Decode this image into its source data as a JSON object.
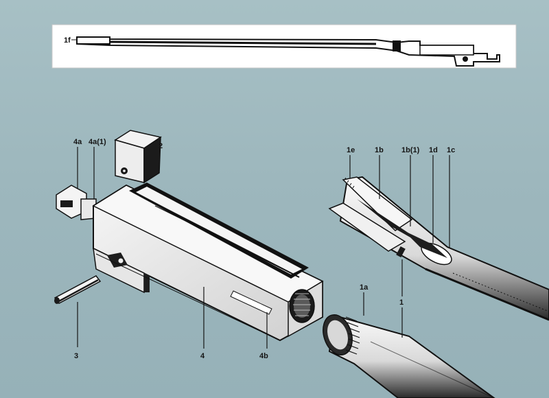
{
  "labels": {
    "l1f": "1f",
    "l2": "2",
    "l4a": "4a",
    "l4a1": "4a(1)",
    "l3": "3",
    "l4": "4",
    "l4b": "4b",
    "l1e": "1e",
    "l1b": "1b",
    "l1b1": "1b(1)",
    "l1d": "1d",
    "l1c": "1c",
    "l1a": "1a",
    "l1": "1"
  },
  "colors": {
    "background": "#9fb9bf",
    "inset": "#ffffff",
    "ink": "#151515"
  }
}
